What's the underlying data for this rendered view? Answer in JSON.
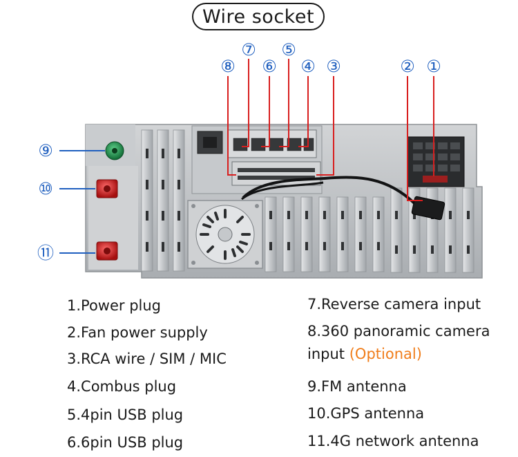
{
  "title": "Wire socket",
  "callouts": [
    {
      "id": "1",
      "label": "①"
    },
    {
      "id": "2",
      "label": "②"
    },
    {
      "id": "3",
      "label": "③"
    },
    {
      "id": "4",
      "label": "④"
    },
    {
      "id": "5",
      "label": "⑤"
    },
    {
      "id": "6",
      "label": "⑥"
    },
    {
      "id": "7",
      "label": "⑦"
    },
    {
      "id": "8",
      "label": "⑧"
    },
    {
      "id": "9",
      "label": "⑨"
    },
    {
      "id": "10",
      "label": "⑩"
    },
    {
      "id": "11",
      "label": "⑪"
    }
  ],
  "specs": {
    "left": [
      "1.Power plug",
      "2.Fan power supply",
      "3.RCA wire / SIM / MIC",
      "4.Combus plug",
      "5.4pin USB plug",
      "6.6pin USB plug"
    ],
    "right": {
      "item7": "7.Reverse camera input",
      "item8_line1": "8.360 panoramic camera",
      "item8_line2": "input",
      "item8_optional": "(Optional)",
      "item9": "9.FM antenna",
      "item10": "10.GPS antenna",
      "item11": "11.4G network antenna"
    }
  },
  "colors": {
    "callout_blue": "#1f5fbf",
    "leader_red": "#d81e1e",
    "optional_orange": "#f07d1a",
    "panel_grey": "#b9bcbf"
  }
}
